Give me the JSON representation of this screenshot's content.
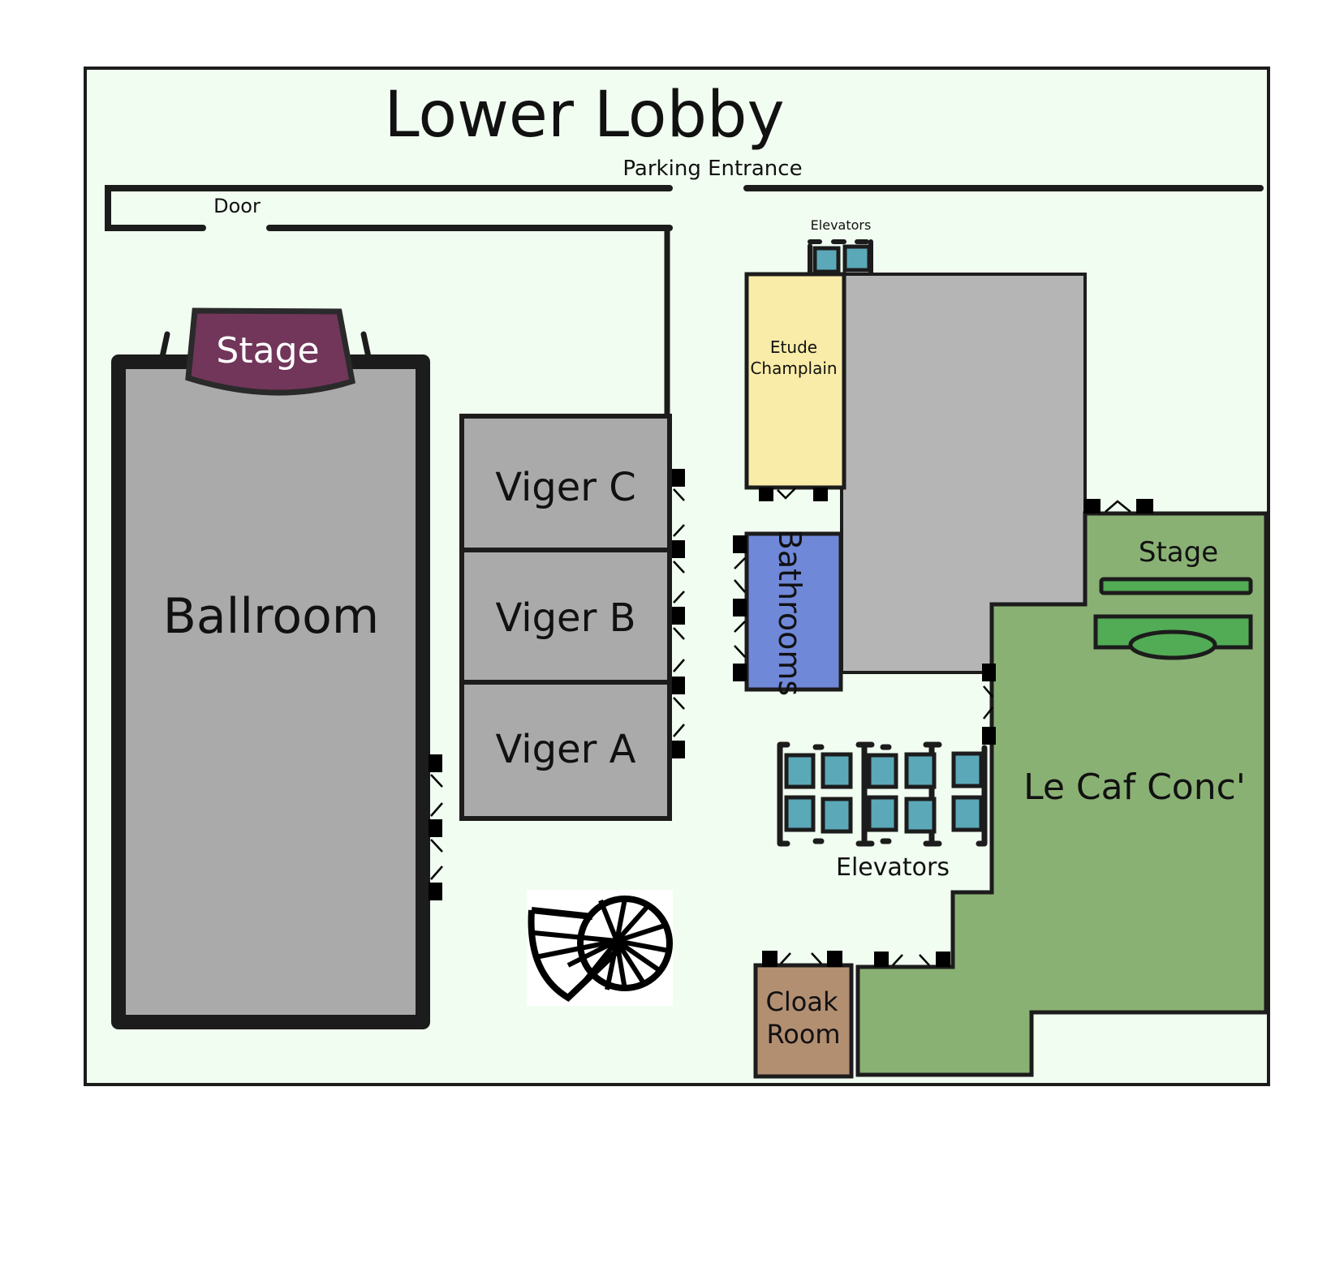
{
  "map": {
    "title": "Lower Lobby",
    "labels": {
      "parking_entrance": "Parking Entrance",
      "door": "Door",
      "elevators_top": "Elevators",
      "elevators_bottom": "Elevators"
    },
    "rooms": {
      "ballroom": {
        "name": "Ballroom",
        "stage": "Stage",
        "color": "#aaaaaa",
        "stage_color": "#72365a"
      },
      "viger_c": {
        "name": "Viger C",
        "color": "#aaaaaa"
      },
      "viger_b": {
        "name": "Viger B",
        "color": "#aaaaaa"
      },
      "viger_a": {
        "name": "Viger A",
        "color": "#aaaaaa"
      },
      "etude_champlain": {
        "name_line1": "Etude",
        "name_line2": "Champlain",
        "color": "#f9eca8"
      },
      "bathrooms": {
        "name": "Bathrooms",
        "color": "#7088d8"
      },
      "le_caf_conc": {
        "name": "Le Caf Conc'",
        "stage": "Stage",
        "color": "#8ab174",
        "stage_color": "#52ab55"
      },
      "cloak_room": {
        "name_line1": "Cloak",
        "name_line2": "Room",
        "color": "#b38f72"
      },
      "unlabeled_block": {
        "color": "#b5b5b5"
      }
    },
    "colors": {
      "background": "#f1fdf1",
      "wall": "#1c1c1c",
      "elevator": "#5ba8b8"
    },
    "icons": {
      "stairs": "spiral-staircase-icon"
    }
  }
}
